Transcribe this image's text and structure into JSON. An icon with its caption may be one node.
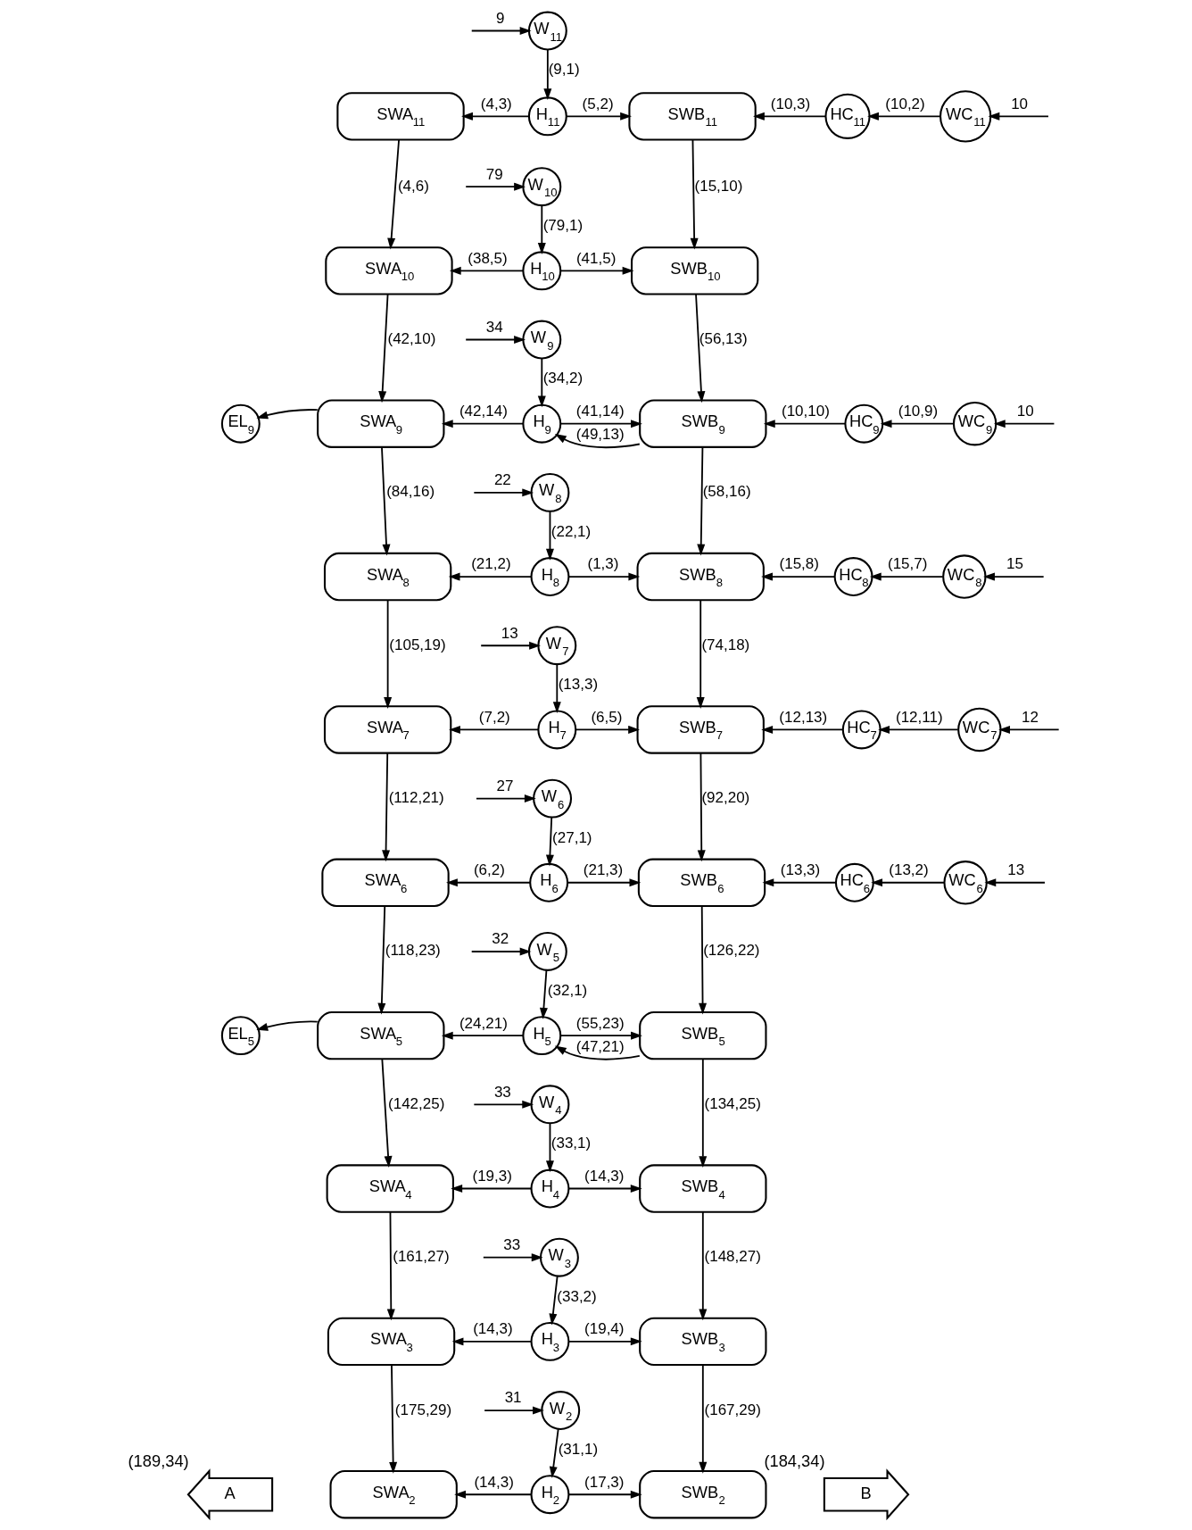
{
  "diagram": {
    "nodes": [
      {
        "text": [
          "W$_{11}$"
        ]
      },
      {
        "text": [
          "SWA$_{11}$"
        ]
      },
      {
        "text": [
          "H$_{11}$"
        ]
      },
      {
        "text": [
          "SWB$_{11}$"
        ]
      },
      {
        "text": [
          "HC$_{11}$"
        ]
      },
      {
        "text": [
          "WC$_{11}$"
        ]
      },
      {
        "text": [
          "W$_{10}$"
        ]
      },
      {
        "text": [
          "SWA$_{10}$"
        ]
      },
      {
        "text": [
          "H$_{10}$"
        ]
      },
      {
        "text": [
          "SWB$_{10}$"
        ]
      },
      {
        "text": [
          "W$_{9}$"
        ]
      },
      {
        "text": [
          "EL$_{9}$"
        ]
      },
      {
        "text": [
          "SWA$_{9}$"
        ]
      },
      {
        "text": [
          "H$_{9}$"
        ]
      },
      {
        "text": [
          "SWB$_{9}$"
        ]
      },
      {
        "text": [
          "HC$_{9}$"
        ]
      },
      {
        "text": [
          "WC$_{9}$"
        ]
      },
      {
        "text": [
          "W$_{8}$"
        ]
      },
      {
        "text": [
          "SWA$_{8}$"
        ]
      },
      {
        "text": [
          "H$_{8}$"
        ]
      },
      {
        "text": [
          "SWB$_{8}$"
        ]
      },
      {
        "text": [
          "HC$_{8}$"
        ]
      },
      {
        "text": [
          "WC$_{8}$"
        ]
      },
      {
        "text": [
          "W$_{7}$"
        ]
      },
      {
        "text": [
          "SWA$_{7}$"
        ]
      },
      {
        "text": [
          "H$_{7}$"
        ]
      },
      {
        "text": [
          "SWB$_{7}$"
        ]
      },
      {
        "text": [
          "HC$_{7}$"
        ]
      },
      {
        "text": [
          "WC$_{7}$"
        ]
      },
      {
        "text": [
          "W$_{6}$"
        ]
      },
      {
        "text": [
          "SWA$_{6}$"
        ]
      },
      {
        "text": [
          "H$_{6}$"
        ]
      },
      {
        "text": [
          "SWB$_{6}$"
        ]
      },
      {
        "text": [
          "HC$_{6}$"
        ]
      },
      {
        "text": [
          "WC$_{6}$"
        ]
      },
      {
        "text": [
          "W$_{5}$"
        ]
      },
      {
        "text": [
          "EL$_{5}$"
        ]
      },
      {
        "text": [
          "SWA$_{5}$"
        ]
      },
      {
        "text": [
          "H$_{5}$"
        ]
      },
      {
        "text": [
          "SWB$_{5}$"
        ]
      },
      {
        "text": [
          "W$_{4}$"
        ]
      },
      {
        "text": [
          "SWA$_{4}$"
        ]
      },
      {
        "text": [
          "H$_{4}$"
        ]
      },
      {
        "text": [
          "SWB$_{4}$"
        ]
      },
      {
        "text": [
          "W$_{3}$"
        ]
      },
      {
        "text": [
          "SWA$_{3}$"
        ]
      },
      {
        "text": [
          "H$_{3}$"
        ]
      },
      {
        "text": [
          "SWB$_{3}$"
        ]
      },
      {
        "text": [
          "W$_{2}$"
        ]
      },
      {
        "text": [
          "A"
        ],
        "beside": [
          "(189,34)"
        ]
      },
      {
        "text": [
          "SWA$_{2}$"
        ]
      },
      {
        "text": [
          "H$_{2}$"
        ]
      },
      {
        "text": [
          "SWB$_{2}$"
        ]
      },
      {
        "text": [
          "B"
        ],
        "beside": [
          "(184,34)"
        ]
      }
    ],
    "edges": [
      {
        "from": null,
        "to": 0,
        "arrow": "to",
        "label": "9"
      },
      {
        "from": 0,
        "to": 2,
        "arrow": "to",
        "label": "(9,1)"
      },
      {
        "from": 2,
        "to": 1,
        "arrow": "to",
        "label": "(4,3)"
      },
      {
        "from": 2,
        "to": 3,
        "arrow": "to",
        "label": "(5,2)"
      },
      {
        "from": 4,
        "to": 3,
        "arrow": "to",
        "label": "(10,3)"
      },
      {
        "from": 5,
        "to": 4,
        "arrow": "to",
        "label": "(10,2)"
      },
      {
        "from": null,
        "to": 5,
        "arrow": "to",
        "label": "10"
      },
      {
        "from": 1,
        "to": 7,
        "arrow": "to",
        "label": "(4,6)"
      },
      {
        "from": 3,
        "to": 9,
        "arrow": "to",
        "label": "(15,10)"
      },
      {
        "from": null,
        "to": 6,
        "arrow": "to",
        "label": "79"
      },
      {
        "from": 6,
        "to": 8,
        "arrow": "to",
        "label": "(79,1)"
      },
      {
        "from": 8,
        "to": 7,
        "arrow": "to",
        "label": "(38,5)"
      },
      {
        "from": 8,
        "to": 9,
        "arrow": "to",
        "label": "(41,5)"
      },
      {
        "from": 7,
        "to": 12,
        "arrow": "to",
        "label": "(42,10)"
      },
      {
        "from": 9,
        "to": 14,
        "arrow": "to",
        "label": "(56,13)"
      },
      {
        "from": null,
        "to": 10,
        "arrow": "to",
        "label": "34"
      },
      {
        "from": 10,
        "to": 13,
        "arrow": "to",
        "label": "(34,2)"
      },
      {
        "from": 12,
        "to": 11,
        "arrow": "to"
      },
      {
        "from": 13,
        "to": 12,
        "arrow": "to",
        "label": "(42,14)"
      },
      {
        "from": 13,
        "to": 14,
        "arrow": "to",
        "label": "(41,14)"
      },
      {
        "from": 14,
        "to": 13,
        "arrow": "to",
        "label": "(49,13)"
      },
      {
        "from": 15,
        "to": 14,
        "arrow": "to",
        "label": "(10,10)"
      },
      {
        "from": 16,
        "to": 15,
        "arrow": "to",
        "label": "(10,9)"
      },
      {
        "from": null,
        "to": 16,
        "arrow": "to",
        "label": "10"
      },
      {
        "from": 12,
        "to": 18,
        "arrow": "to",
        "label": "(84,16)"
      },
      {
        "from": 14,
        "to": 20,
        "arrow": "to",
        "label": "(58,16)"
      },
      {
        "from": null,
        "to": 17,
        "arrow": "to",
        "label": "22"
      },
      {
        "from": 17,
        "to": 19,
        "arrow": "to",
        "label": "(22,1)"
      },
      {
        "from": 19,
        "to": 18,
        "arrow": "to",
        "label": "(21,2)"
      },
      {
        "from": 19,
        "to": 20,
        "arrow": "to",
        "label": "(1,3)"
      },
      {
        "from": 21,
        "to": 20,
        "arrow": "to",
        "label": "(15,8)"
      },
      {
        "from": 22,
        "to": 21,
        "arrow": "to",
        "label": "(15,7)"
      },
      {
        "from": null,
        "to": 22,
        "arrow": "to",
        "label": "15"
      },
      {
        "from": 18,
        "to": 24,
        "arrow": "to",
        "label": "(105,19)"
      },
      {
        "from": 20,
        "to": 26,
        "arrow": "to",
        "label": "(74,18)"
      },
      {
        "from": null,
        "to": 23,
        "arrow": "to",
        "label": "13"
      },
      {
        "from": 23,
        "to": 25,
        "arrow": "to",
        "label": "(13,3)"
      },
      {
        "from": 25,
        "to": 24,
        "arrow": "to",
        "label": "(7,2)"
      },
      {
        "from": 25,
        "to": 26,
        "arrow": "to",
        "label": "(6,5)"
      },
      {
        "from": 27,
        "to": 26,
        "arrow": "to",
        "label": "(12,13)"
      },
      {
        "from": 28,
        "to": 27,
        "arrow": "to",
        "label": "(12,11)"
      },
      {
        "from": null,
        "to": 28,
        "arrow": "to",
        "label": "12"
      },
      {
        "from": 24,
        "to": 30,
        "arrow": "to",
        "label": "(112,21)"
      },
      {
        "from": 26,
        "to": 32,
        "arrow": "to",
        "label": "(92,20)"
      },
      {
        "from": null,
        "to": 29,
        "arrow": "to",
        "label": "27"
      },
      {
        "from": 29,
        "to": 31,
        "arrow": "to",
        "label": "(27,1)"
      },
      {
        "from": 31,
        "to": 30,
        "arrow": "to",
        "label": "(6,2)"
      },
      {
        "from": 31,
        "to": 32,
        "arrow": "to",
        "label": "(21,3)"
      },
      {
        "from": 33,
        "to": 32,
        "arrow": "to",
        "label": "(13,3)"
      },
      {
        "from": 34,
        "to": 33,
        "arrow": "to",
        "label": "(13,2)"
      },
      {
        "from": null,
        "to": 34,
        "arrow": "to",
        "label": "13"
      },
      {
        "from": 30,
        "to": 37,
        "arrow": "to",
        "label": "(118,23)"
      },
      {
        "from": 32,
        "to": 39,
        "arrow": "to",
        "label": "(126,22)"
      },
      {
        "from": null,
        "to": 35,
        "arrow": "to",
        "label": "32"
      },
      {
        "from": 35,
        "to": 38,
        "arrow": "to",
        "label": "(32,1)"
      },
      {
        "from": 37,
        "to": 36,
        "arrow": "to"
      },
      {
        "from": 38,
        "to": 37,
        "arrow": "to",
        "label": "(24,21)"
      },
      {
        "from": 38,
        "to": 39,
        "arrow": "to",
        "label": "(55,23)"
      },
      {
        "from": 39,
        "to": 38,
        "arrow": "to",
        "label": "(47,21)"
      },
      {
        "from": 37,
        "to": 41,
        "arrow": "to",
        "label": "(142,25)"
      },
      {
        "from": 39,
        "to": 43,
        "arrow": "to",
        "label": "(134,25)"
      },
      {
        "from": null,
        "to": 40,
        "arrow": "to",
        "label": "33"
      },
      {
        "from": 40,
        "to": 42,
        "arrow": "to",
        "label": "(33,1)"
      },
      {
        "from": 42,
        "to": 41,
        "arrow": "to",
        "label": "(19,3)"
      },
      {
        "from": 42,
        "to": 43,
        "arrow": "to",
        "label": "(14,3)"
      },
      {
        "from": 41,
        "to": 45,
        "arrow": "to",
        "label": "(161,27)"
      },
      {
        "from": 43,
        "to": 47,
        "arrow": "to",
        "label": "(148,27)"
      },
      {
        "from": null,
        "to": 44,
        "arrow": "to",
        "label": "33"
      },
      {
        "from": 44,
        "to": 46,
        "arrow": "to",
        "label": "(33,2)"
      },
      {
        "from": 46,
        "to": 45,
        "arrow": "to",
        "label": "(14,3)"
      },
      {
        "from": 46,
        "to": 47,
        "arrow": "to",
        "label": "(19,4)"
      },
      {
        "from": 45,
        "to": 50,
        "arrow": "to",
        "label": "(175,29)"
      },
      {
        "from": 47,
        "to": 52,
        "arrow": "to",
        "label": "(167,29)"
      },
      {
        "from": null,
        "to": 48,
        "arrow": "to",
        "label": "31"
      },
      {
        "from": 48,
        "to": 51,
        "arrow": "to",
        "label": "(31,1)"
      },
      {
        "from": 51,
        "to": 50,
        "arrow": "to",
        "label": "(14,3)"
      },
      {
        "from": 51,
        "to": 52,
        "arrow": "to",
        "label": "(17,3)"
      }
    ]
  }
}
